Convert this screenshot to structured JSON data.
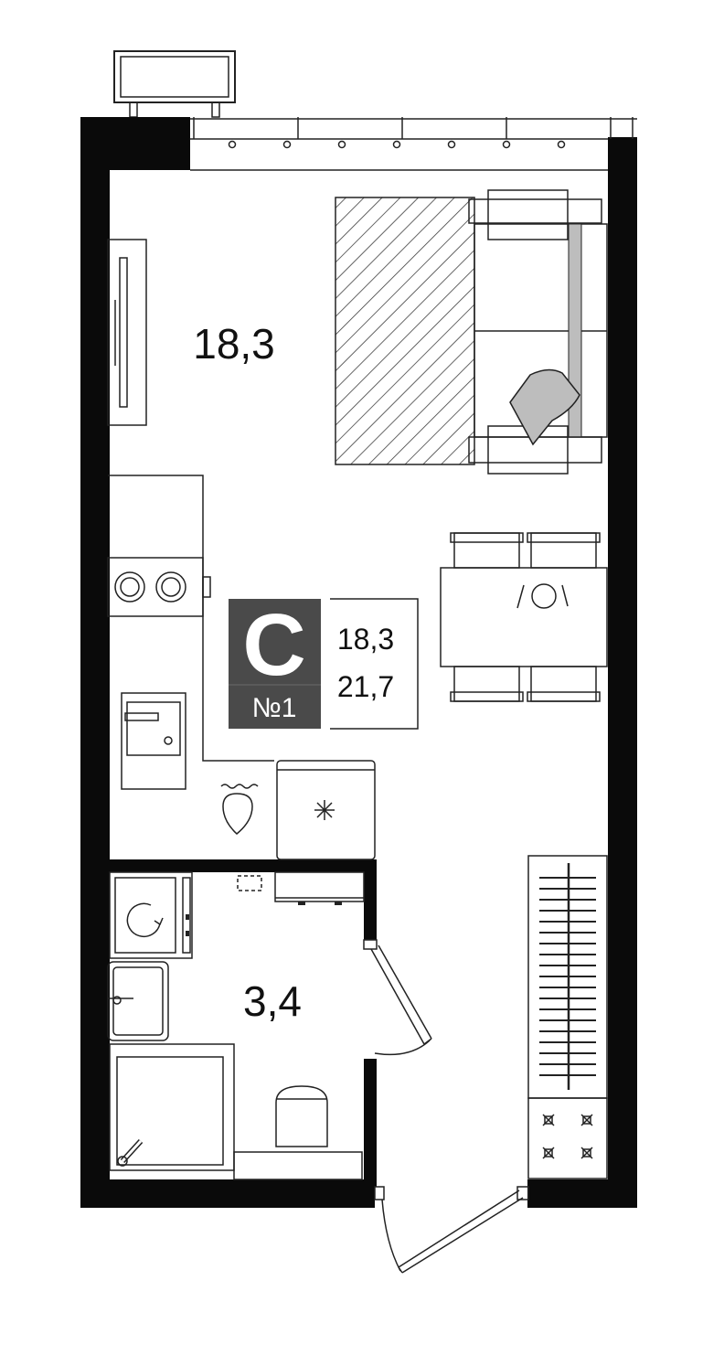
{
  "rooms": {
    "main_area": "18,3",
    "bathroom_area": "3,4"
  },
  "badge": {
    "type_letter": "С",
    "apartment_number": "№1",
    "living_area": "18,3",
    "total_area": "21,7"
  },
  "colors": {
    "wall": "#0a0a0a",
    "badge_bg": "#4a4a4a",
    "line": "#222222",
    "accent_gray": "#bdbdbd"
  }
}
